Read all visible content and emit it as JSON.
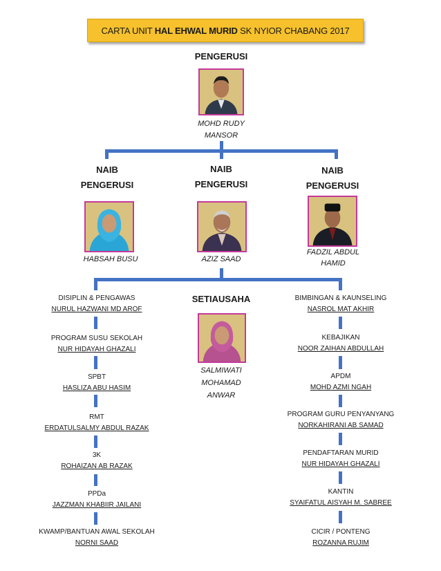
{
  "title": {
    "prefix": "CARTA UNIT ",
    "bold": "HAL EHWAL MURID",
    "suffix": " SK NYIOR CHABANG 2017"
  },
  "chair": {
    "role": "PENGERUSI",
    "name_line1": "MOHD RUDY",
    "name_line2": "MANSOR"
  },
  "vice": [
    {
      "role_line1": "NAIB",
      "role_line2": "PENGERUSI",
      "name_line1": "HABSAH BUSU",
      "name_line2": ""
    },
    {
      "role_line1": "NAIB",
      "role_line2": "PENGERUSI",
      "name_line1": "AZIZ SAAD",
      "name_line2": ""
    },
    {
      "role_line1": "NAIB",
      "role_line2": "PENGERUSI",
      "name_line1": "FADZIL ABDUL",
      "name_line2": "HAMID"
    }
  ],
  "secretary": {
    "role": "SETIAUSAHA",
    "name_line1": "SALMIWATI",
    "name_line2": "MOHAMAD",
    "name_line3": "ANWAR"
  },
  "left_units": [
    {
      "unit": "DISIPLIN & PENGAWAS",
      "person": "NURUL HAZWANI MD AROF"
    },
    {
      "unit": "PROGRAM SUSU SEKOLAH",
      "person": "NUR HIDAYAH GHAZALI"
    },
    {
      "unit": "SPBT",
      "person": "HASLIZA ABU HASIM"
    },
    {
      "unit": "RMT",
      "person": "ERDATULSALMY ABDUL RAZAK"
    },
    {
      "unit": "3K",
      "person": "ROHAIZAN AB RAZAK"
    },
    {
      "unit": "PPDa",
      "person": "JAZZMAN KHABIIR JAILANI"
    },
    {
      "unit": "KWAMP/BANTUAN AWAL SEKOLAH",
      "person": "NORNI SAAD"
    }
  ],
  "right_units": [
    {
      "unit": "BIMBINGAN & KAUNSELING",
      "person": "NASROL MAT AKHIR"
    },
    {
      "unit": "KEBAJIKAN",
      "person": "NOOR ZAIHAN ABDULLAH"
    },
    {
      "unit": "APDM",
      "person": "MOHD AZMI NGAH"
    },
    {
      "unit": "PROGRAM GURU PENYANYANG",
      "person": "NORKAHIRANI AB SAMAD"
    },
    {
      "unit": "PENDAFTARAN MURID",
      "person": "NUR HIDAYAH GHAZALI"
    },
    {
      "unit": "KANTIN",
      "person": "SYAIFATUL AISYAH M. SABREE"
    },
    {
      "unit": "CICIR / PONTENG",
      "person": "ROZANNA RUJIM"
    }
  ],
  "colors": {
    "title_bg": "#f6c12c",
    "connector": "#4472c4",
    "photo_border": "#c4399a",
    "photo_bg": "#e3cf99"
  }
}
